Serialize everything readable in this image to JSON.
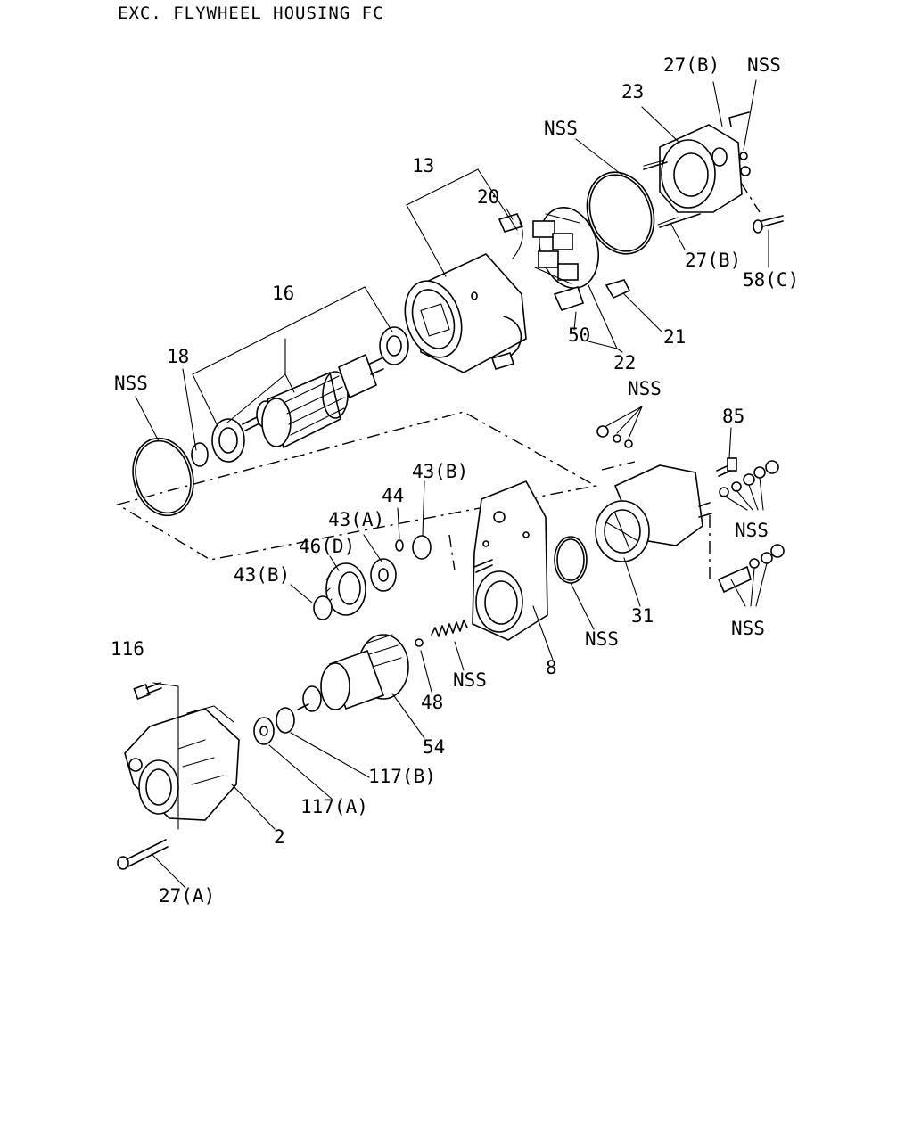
{
  "header": {
    "title": "EXC. FLYWHEEL HOUSING FC"
  },
  "callouts": {
    "c13": "13",
    "c16": "16",
    "c18": "18",
    "c20": "20",
    "c21": "21",
    "c22": "22",
    "c23": "23",
    "c27b_top": "27(B)",
    "c27b_mid": "27(B)",
    "c58c": "58(C)",
    "c50": "50",
    "c85": "85",
    "c31": "31",
    "c8": "8",
    "c44": "44",
    "c43a": "43(A)",
    "c43b_top": "43(B)",
    "c43b_left": "43(B)",
    "c46d": "46(D)",
    "c48": "48",
    "c54": "54",
    "c116": "116",
    "c117a": "117(A)",
    "c117b": "117(B)",
    "c2": "2",
    "c27a": "27(A)",
    "nss_topright": "NSS",
    "nss_ring": "NSS",
    "nss_left": "NSS",
    "nss_mid": "NSS",
    "nss_right1": "NSS",
    "nss_right2": "NSS",
    "nss_seal": "NSS",
    "nss_spring": "NSS"
  }
}
